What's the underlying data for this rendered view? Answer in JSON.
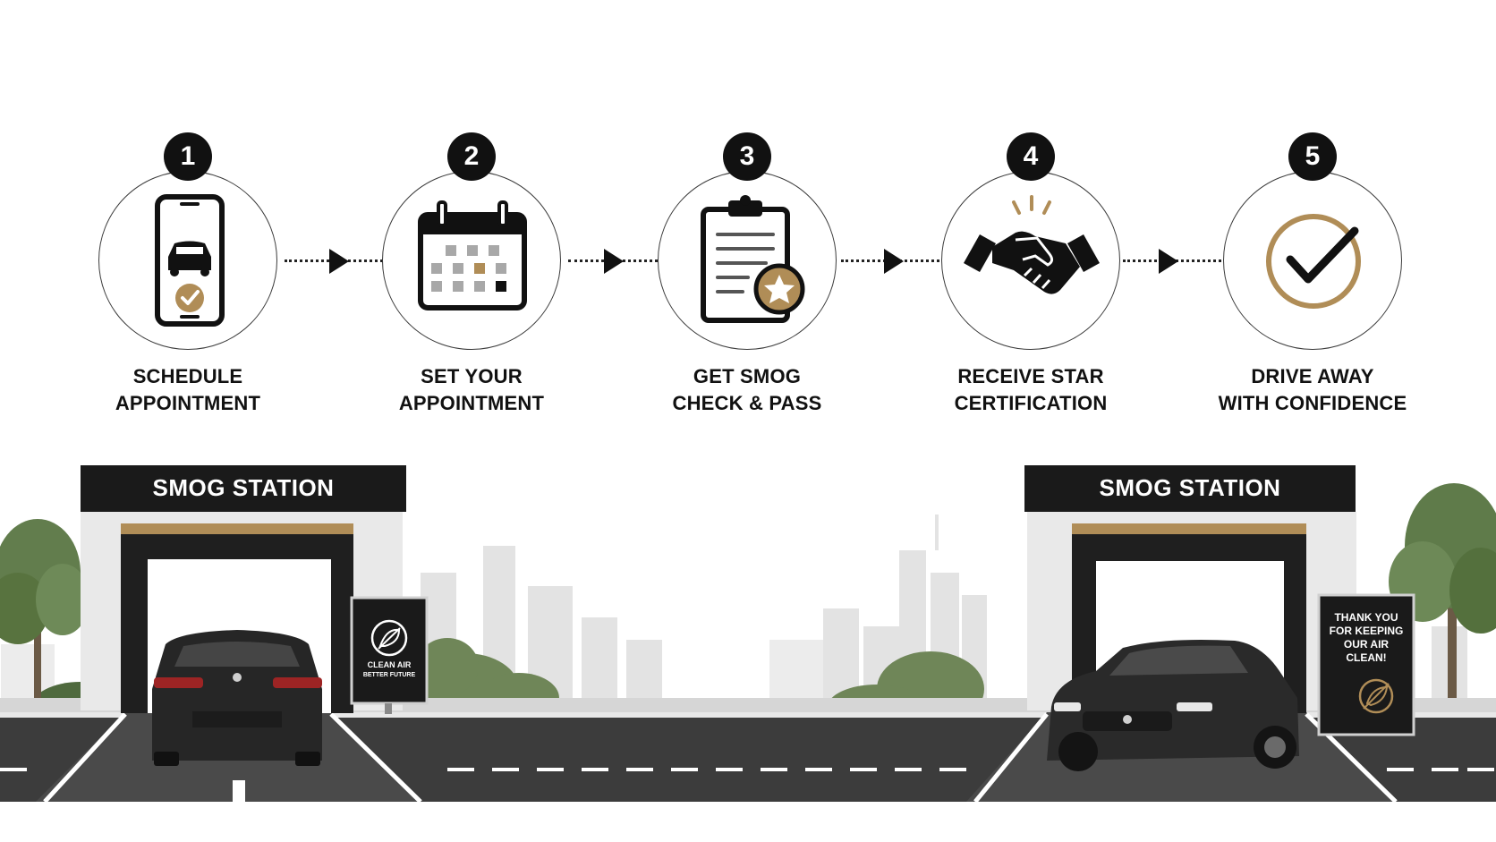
{
  "steps": [
    {
      "number": "1",
      "line1": "SCHEDULE",
      "line2": "APPOINTMENT",
      "icon": "smartphone-car-icon"
    },
    {
      "number": "2",
      "line1": "SET YOUR",
      "line2": "APPOINTMENT",
      "icon": "calendar-icon"
    },
    {
      "number": "3",
      "line1": "GET SMOG",
      "line2": "CHECK & PASS",
      "icon": "clipboard-star-icon"
    },
    {
      "number": "4",
      "line1": "RECEIVE STAR",
      "line2": "CERTIFICATION",
      "icon": "handshake-icon"
    },
    {
      "number": "5",
      "line1": "DRIVE AWAY",
      "line2": "WITH CONFIDENCE",
      "icon": "check-circle-icon"
    }
  ],
  "stations": {
    "left_title": "SMOG STATION",
    "right_title": "SMOG STATION",
    "left_sign_line1": "CLEAN AIR",
    "left_sign_line2": "BETTER FUTURE",
    "right_sign_line1": "THANK YOU",
    "right_sign_line2": "FOR KEEPING",
    "right_sign_line3": "OUR AIR",
    "right_sign_line4": "CLEAN!"
  },
  "colors": {
    "accent_gold": "#b08d57",
    "dark": "#111111",
    "road": "#3a3a3a",
    "tree": "#5e7a4a",
    "skyline": "#dcdcdc"
  }
}
